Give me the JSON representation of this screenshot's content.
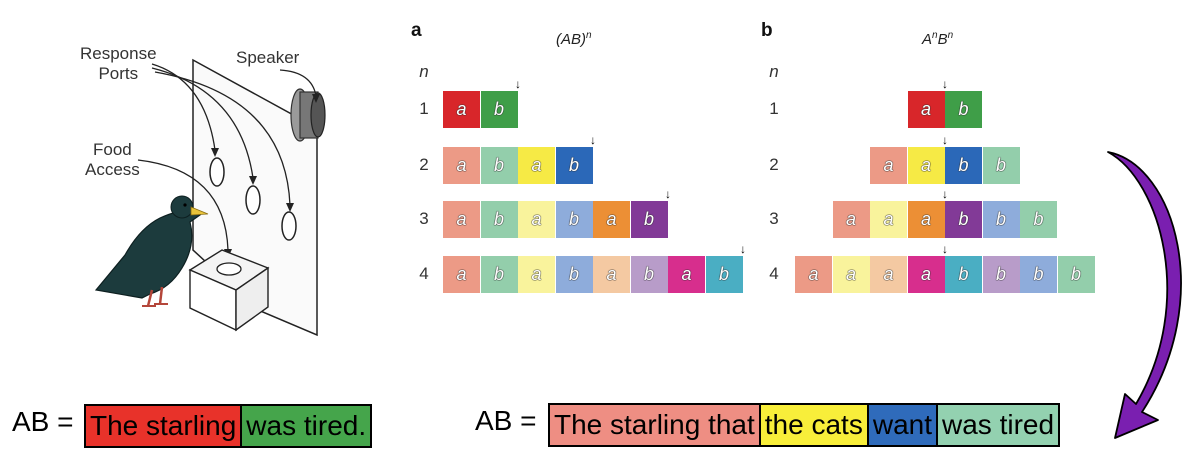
{
  "illustration": {
    "labels": {
      "response_ports": "Response\nPorts",
      "speaker": "Speaker",
      "food_access": "Food\nAccess"
    }
  },
  "panel_a": {
    "letter": "a",
    "title_base": "(AB)",
    "title_sup": "n",
    "n_header": "n",
    "rows": [
      {
        "n": "1",
        "cells": [
          {
            "t": "a",
            "c": "#d8262a"
          },
          {
            "t": "b",
            "c": "#3f9e48"
          }
        ]
      },
      {
        "n": "2",
        "cells": [
          {
            "t": "a",
            "c": "#ec9a86"
          },
          {
            "t": "b",
            "c": "#93ceab"
          },
          {
            "t": "a",
            "c": "#f6ea45"
          },
          {
            "t": "b",
            "c": "#2b68b8"
          }
        ]
      },
      {
        "n": "3",
        "cells": [
          {
            "t": "a",
            "c": "#ec9a86"
          },
          {
            "t": "b",
            "c": "#93ceab"
          },
          {
            "t": "a",
            "c": "#f9f39c"
          },
          {
            "t": "b",
            "c": "#8eacdb"
          },
          {
            "t": "a",
            "c": "#ec8f35"
          },
          {
            "t": "b",
            "c": "#823a97"
          }
        ]
      },
      {
        "n": "4",
        "cells": [
          {
            "t": "a",
            "c": "#ec9a86"
          },
          {
            "t": "b",
            "c": "#93ceab"
          },
          {
            "t": "a",
            "c": "#f9f39c"
          },
          {
            "t": "b",
            "c": "#8eacdb"
          },
          {
            "t": "a",
            "c": "#f4c9a2"
          },
          {
            "t": "b",
            "c": "#b89cc9"
          },
          {
            "t": "a",
            "c": "#d72e8d"
          },
          {
            "t": "b",
            "c": "#4aaec3"
          }
        ]
      }
    ]
  },
  "panel_b": {
    "letter": "b",
    "title_a": "A",
    "title_b": "B",
    "title_sup": "n",
    "n_header": "n",
    "rows": [
      {
        "n": "1",
        "cells": [
          {
            "t": "a",
            "c": "#d8262a"
          },
          {
            "t": "b",
            "c": "#3f9e48"
          }
        ]
      },
      {
        "n": "2",
        "cells": [
          {
            "t": "a",
            "c": "#ec9a86"
          },
          {
            "t": "a",
            "c": "#f6ea45"
          },
          {
            "t": "b",
            "c": "#2b68b8"
          },
          {
            "t": "b",
            "c": "#93ceab"
          }
        ]
      },
      {
        "n": "3",
        "cells": [
          {
            "t": "a",
            "c": "#ec9a86"
          },
          {
            "t": "a",
            "c": "#f9f39c"
          },
          {
            "t": "a",
            "c": "#ec8f35"
          },
          {
            "t": "b",
            "c": "#823a97"
          },
          {
            "t": "b",
            "c": "#8eacdb"
          },
          {
            "t": "b",
            "c": "#93ceab"
          }
        ]
      },
      {
        "n": "4",
        "cells": [
          {
            "t": "a",
            "c": "#ec9a86"
          },
          {
            "t": "a",
            "c": "#f9f39c"
          },
          {
            "t": "a",
            "c": "#f4c9a2"
          },
          {
            "t": "a",
            "c": "#d72e8d"
          },
          {
            "t": "b",
            "c": "#4aaec3"
          },
          {
            "t": "b",
            "c": "#b89cc9"
          },
          {
            "t": "b",
            "c": "#8eacdb"
          },
          {
            "t": "b",
            "c": "#93ceab"
          }
        ]
      }
    ]
  },
  "sentence_simple": {
    "prefix": "AB =",
    "segments": [
      {
        "text": "The starling",
        "c": "#e8322a"
      },
      {
        "text": "was tired.",
        "c": "#45a54b"
      }
    ]
  },
  "sentence_nested": {
    "prefix": "AB =",
    "segments": [
      {
        "text": "The starling that",
        "c": "#ee8e83"
      },
      {
        "text": "the cats",
        "c": "#f8ee3a"
      },
      {
        "text": "want",
        "c": "#2f6bbb"
      },
      {
        "text": "was tired",
        "c": "#93d1b0"
      }
    ]
  },
  "colors": {
    "arrow": "#7a1fb0",
    "arrow_outline": "#000000"
  }
}
